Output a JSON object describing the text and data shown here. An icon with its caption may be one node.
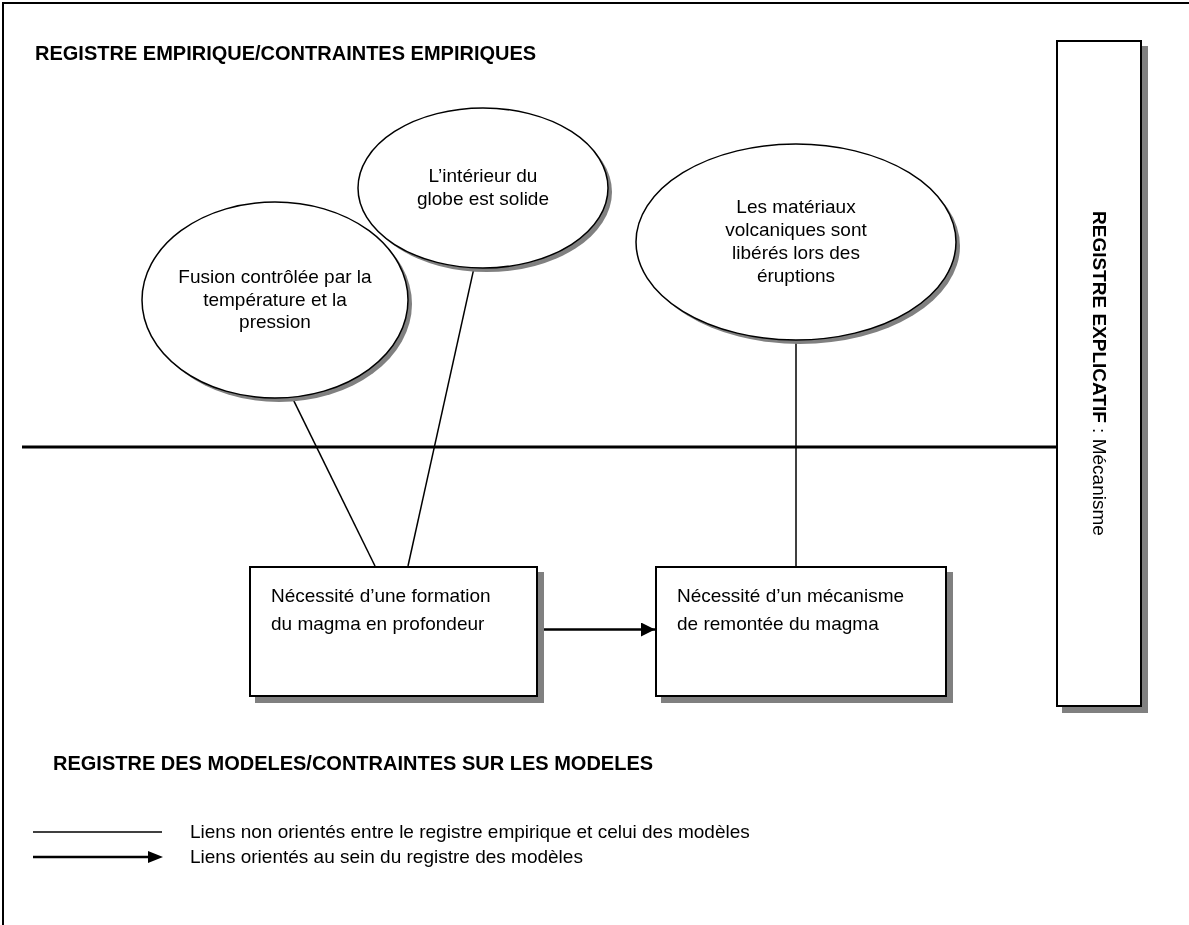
{
  "diagram": {
    "nodes": [
      {
        "text": [
          "Fusion contrôlée par la température et la pression"
        ]
      },
      {
        "text": [
          "L’intérieur du globe est solide"
        ]
      },
      {
        "text": [
          "Les matériaux volcaniques sont libérés lors des éruptions"
        ]
      },
      {
        "text": [
          "Nécessité d’une formation du magma en profondeur"
        ]
      },
      {
        "text": [
          "Nécessité d’un mécanisme de remontée du magma"
        ]
      },
      {
        "text": [
          "**REGISTRE EXPLICATIF** : Mécanisme"
        ]
      }
    ],
    "edges": [
      {
        "from": 0,
        "to": 3,
        "arrow": "none"
      },
      {
        "from": 1,
        "to": 3,
        "arrow": "none"
      },
      {
        "from": 2,
        "to": 4,
        "arrow": "none"
      },
      {
        "from": 3,
        "to": 4,
        "arrow": "to"
      }
    ],
    "labels": [
      "REGISTRE EMPIRIQUE/CONTRAINTES EMPIRIQUES",
      "REGISTRE DES MODELES/CONTRAINTES SUR LES MODELES"
    ],
    "legend": [
      {
        "text": "Liens non orientés entre le registre empirique et celui des modèles"
      },
      {
        "text": "Liens orientés au sein du registre des modèles"
      }
    ]
  }
}
